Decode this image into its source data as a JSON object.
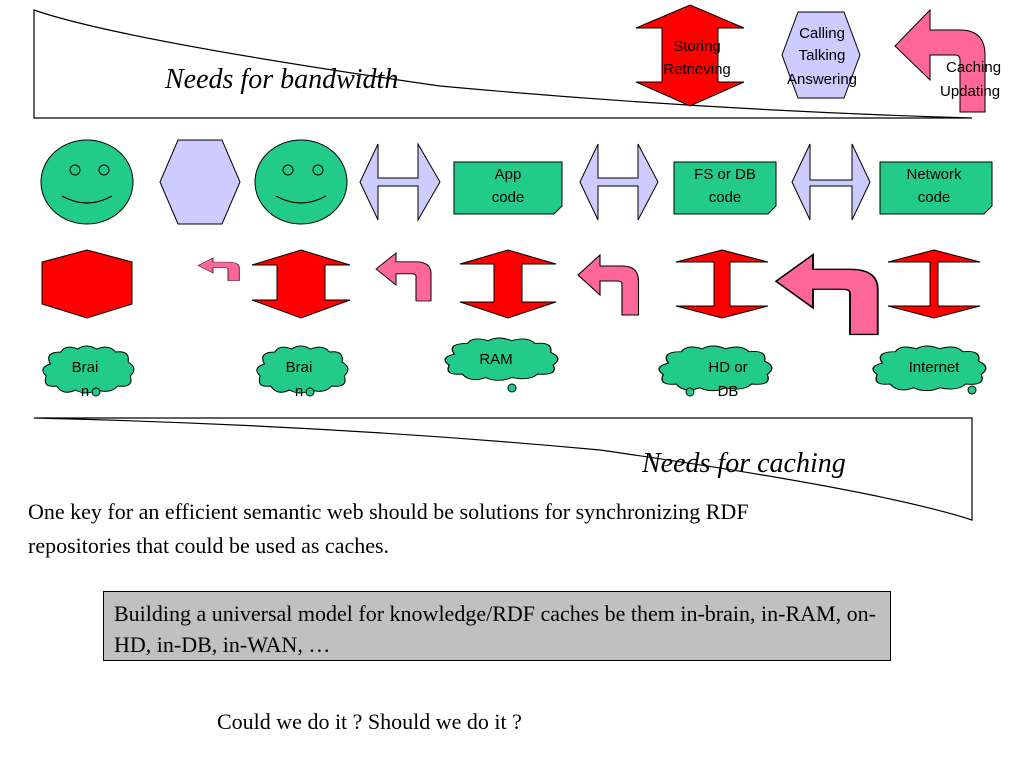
{
  "labels": {
    "bandwidth": "Needs for bandwidth",
    "caching": "Needs for caching"
  },
  "top_arrows": {
    "storing_line1": "Storing",
    "storing_line2": "Retrieving",
    "calling_line1": "Calling",
    "calling_line2": "Talking",
    "calling_line3": "Answering",
    "caching_line1": "Caching",
    "caching_line2": "Updating"
  },
  "code_boxes": {
    "app_line1": "App",
    "app_line2": "code",
    "fsdb_line1": "FS or DB",
    "fsdb_line2": "code",
    "network_line1": "Network",
    "network_line2": "code"
  },
  "clouds": {
    "brain1_line1": "Brai",
    "brain1_line2": "n",
    "brain2_line1": "Brai",
    "brain2_line2": "n",
    "ram": "RAM",
    "hddb_line1": "HD or",
    "hddb_line2": "DB",
    "internet": "Internet"
  },
  "text": {
    "paragraph": "One key for an efficient semantic web should be solutions for synchronizing RDF repositories that could be used as caches.",
    "box": "Building a universal model for knowledge/RDF caches be them in-brain, in-RAM, on-HD, in-DB, in-WAN, …",
    "question": "Could we do it ? Should we do it ?"
  },
  "colors": {
    "face": "#22cc88",
    "codebox": "#22cc88",
    "lavender": "#ccccff",
    "red": "#ff0000",
    "pink": "#ff6699",
    "gray": "#c0c0c0"
  }
}
